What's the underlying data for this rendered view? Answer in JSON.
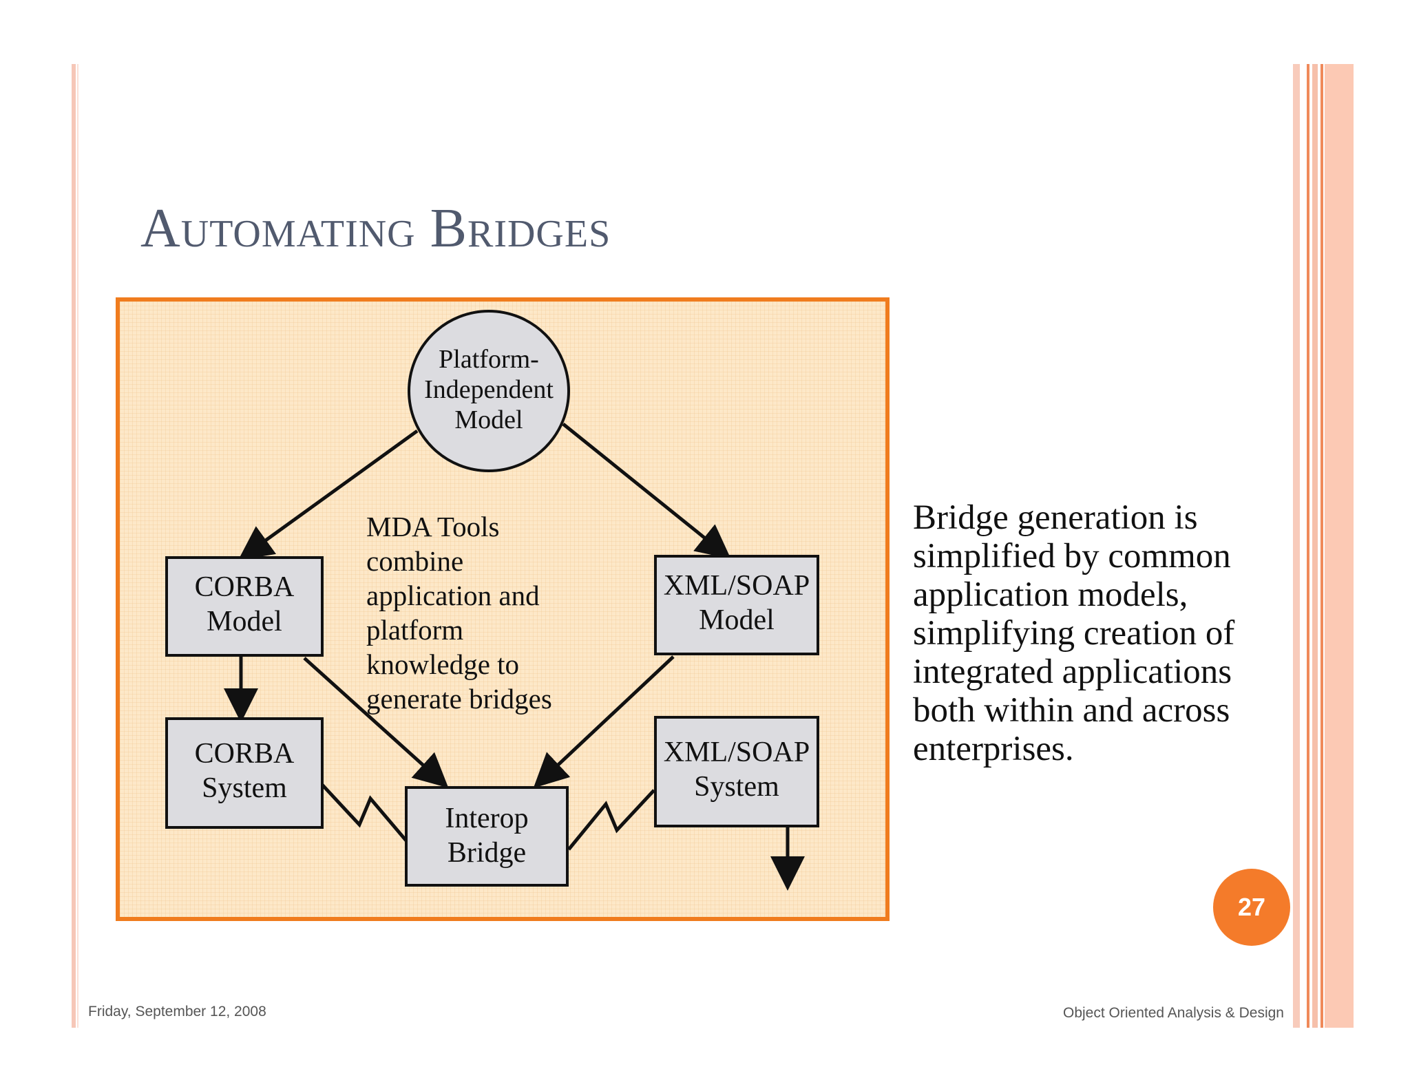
{
  "slide": {
    "title": "Automating Bridges",
    "page_number": "27",
    "side_text": "Bridge generation is\nsimplified by common\napplication models,\nsimplifying creation of\nintegrated applications\nboth within and across\nenterprises.",
    "footer_date": "Friday, September 12, 2008",
    "footer_course": "Object Oriented Analysis & Design"
  },
  "diagram": {
    "pim": "Platform-\nIndependent\nModel",
    "corba_model": "CORBA\nModel",
    "xml_model": "XML/SOAP\nModel",
    "corba_system": "CORBA\nSystem",
    "xml_system": "XML/SOAP\nSystem",
    "interop_bridge": "Interop\nBridge",
    "note": "MDA Tools\ncombine\napplication and\nplatform\nknowledge to\ngenerate bridges"
  },
  "colors": {
    "accent": "#f07c1e",
    "badge": "#f47b2a",
    "title": "#515a6e",
    "diagram_bg": "#fde8c8",
    "node_fill": "#dcdce0"
  }
}
